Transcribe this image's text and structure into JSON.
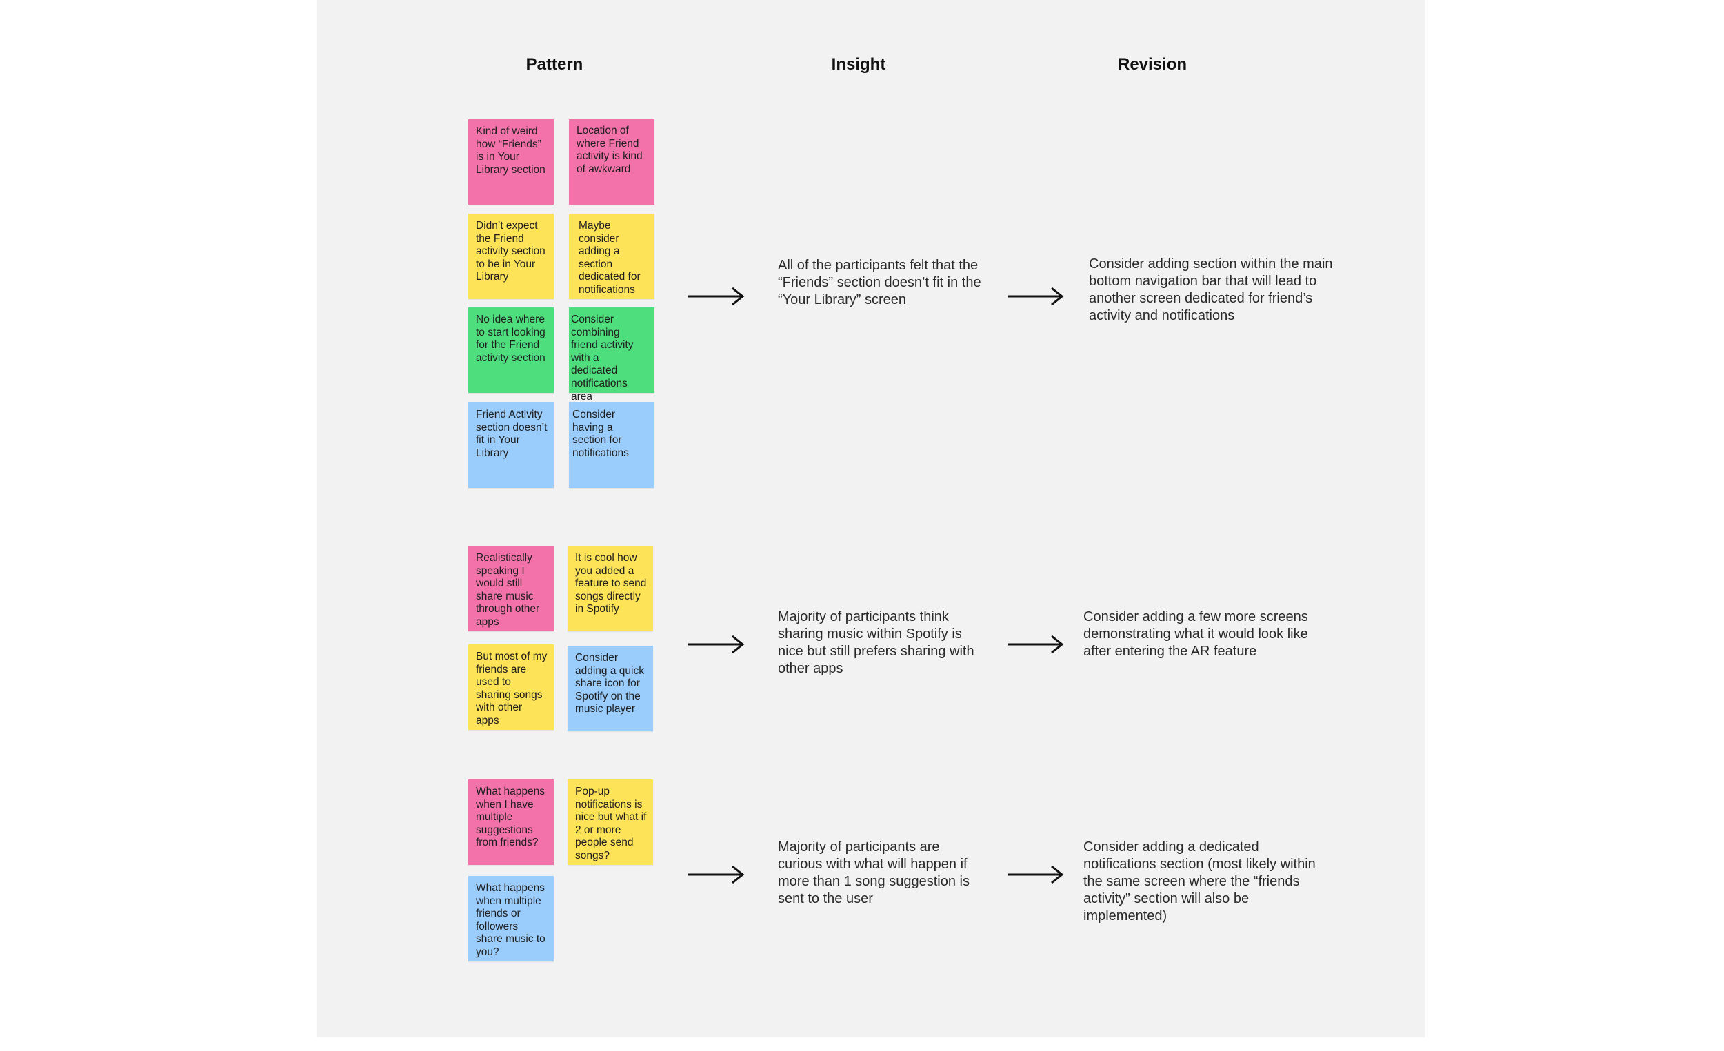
{
  "headers": {
    "pattern": "Pattern",
    "insight": "Insight",
    "revision": "Revision"
  },
  "groups": [
    {
      "notes": [
        {
          "color": "pink",
          "text": "Kind of weird how “Friends” is in Your Library section"
        },
        {
          "color": "pink",
          "text": "Location of where Friend activity is kind of awkward"
        },
        {
          "color": "yellow",
          "text": "Didn’t expect the Friend activity section to be in Your Library"
        },
        {
          "color": "yellow",
          "text": "Maybe consider adding a section dedicated for notifications"
        },
        {
          "color": "green",
          "text": "No idea where to start looking for the Friend activity section"
        },
        {
          "color": "green",
          "text": "Consider combining friend activity with a dedicated notifications area"
        },
        {
          "color": "blue",
          "text": "Friend Activity section doesn’t fit in Your Library"
        },
        {
          "color": "blue",
          "text": "Consider having a section for notifications"
        }
      ],
      "insight": "All of the participants felt that the “Friends” section doesn’t fit in the “Your Library” screen",
      "revision": "Consider adding section within the main bottom navigation bar that will lead to another screen dedicated for friend’s activity and notifications"
    },
    {
      "notes": [
        {
          "color": "pink",
          "text": "Realistically speaking I would still share music through other apps"
        },
        {
          "color": "yellow",
          "text": "It is cool how you added a feature to send songs directly in Spotify"
        },
        {
          "color": "yellow",
          "text": "But most of my friends are used to sharing songs with other apps"
        },
        {
          "color": "blue",
          "text": "Consider adding a quick share icon for Spotify on the music player"
        }
      ],
      "insight": "Majority of participants think sharing music within Spotify is nice but still prefers sharing with other apps",
      "revision": "Consider adding a few more screens demonstrating what it would look like after entering the AR feature"
    },
    {
      "notes": [
        {
          "color": "pink",
          "text": "What happens when I have multiple suggestions from friends?"
        },
        {
          "color": "yellow",
          "text": "Pop-up notifications is nice but what if 2 or more people send songs?"
        },
        {
          "color": "blue",
          "text": "What happens when multiple friends or followers share music to you?"
        }
      ],
      "insight": "Majority of participants are curious with what will happen if more than 1 song suggestion is sent to the user",
      "revision": "Consider adding a dedicated notifications section (most likely within the same screen where the “friends activity” section will also be implemented)"
    }
  ]
}
